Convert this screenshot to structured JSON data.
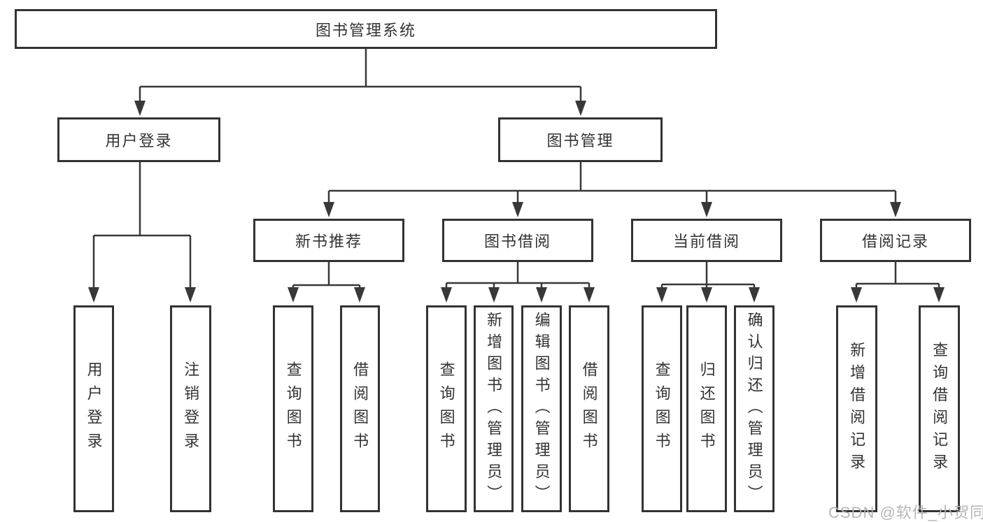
{
  "diagram": {
    "type": "hierarchy-tree",
    "root": {
      "label": "图书管理系统"
    },
    "nodes": [
      {
        "label": "用户登录",
        "children": [
          {
            "label": "用户登录"
          },
          {
            "label": "注销登录"
          }
        ]
      },
      {
        "label": "图书管理",
        "children": [
          {
            "label": "新书推荐",
            "children": [
              {
                "label": "查询图书"
              },
              {
                "label": "借阅图书"
              }
            ]
          },
          {
            "label": "图书借阅",
            "children": [
              {
                "label": "查询图书"
              },
              {
                "label": "新增图书（管理员）"
              },
              {
                "label": "编辑图书（管理员）"
              },
              {
                "label": "借阅图书"
              }
            ]
          },
          {
            "label": "当前借阅",
            "children": [
              {
                "label": "查询图书"
              },
              {
                "label": "归还图书"
              },
              {
                "label": "确认归还（管理员）"
              }
            ]
          },
          {
            "label": "借阅记录",
            "children": [
              {
                "label": "新增借阅记录"
              },
              {
                "label": "查询借阅记录"
              }
            ]
          }
        ]
      }
    ]
  },
  "watermark": {
    "text": "CSDN @软件_小贺同学"
  },
  "colors": {
    "line": "#383838",
    "box_border": "#333333",
    "text": "#333333",
    "background": "#ffffff",
    "watermark": "#b2b2b2"
  }
}
